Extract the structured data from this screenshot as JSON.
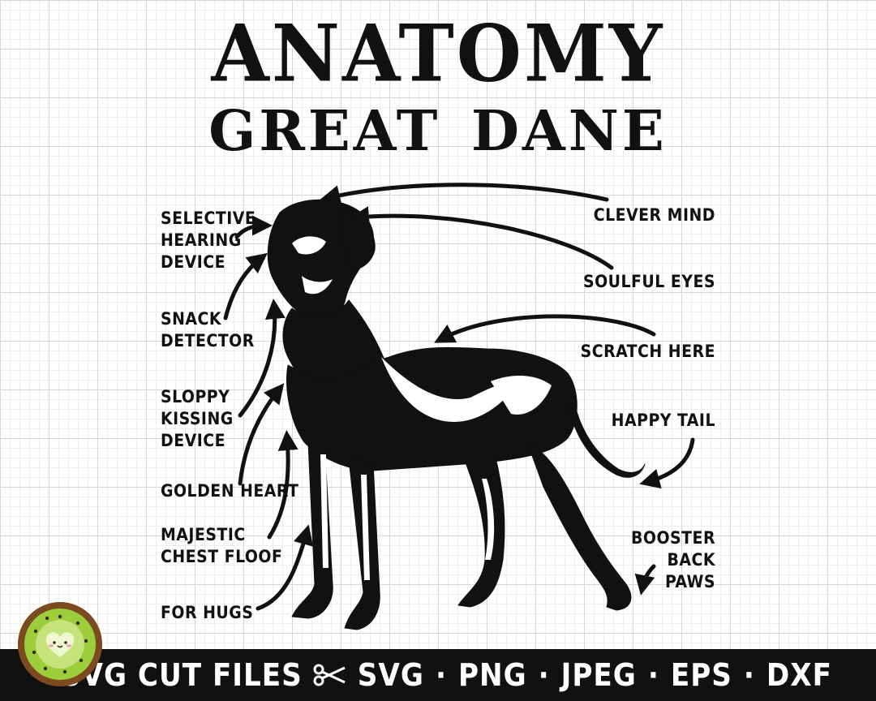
{
  "title": {
    "main": "ANATOMY",
    "sub": "GREAT DANE"
  },
  "labels": {
    "selective_hearing": "SELECTIVE\nHEARING\nDEVICE",
    "snack_detector": "SNACK\nDETECTOR",
    "sloppy_kissing": "SLOPPY\nKISSING\nDEVICE",
    "golden_heart": "GOLDEN HEART",
    "majestic_chest": "MAJESTIC\nCHEST FLOOF",
    "for_hugs": "FOR HUGS",
    "clever_mind": "CLEVER MIND",
    "soulful_eyes": "SOULFUL EYES",
    "scratch_here": "SCRATCH HERE",
    "happy_tail": "HAPPY TAIL",
    "booster_paws": "BOOSTER\nBACK\nPAWS"
  },
  "footer": {
    "svg_cut_files": "SVG CUT FILES",
    "formats": [
      "SVG",
      "PNG",
      "JPEG",
      "EPS",
      "DXF"
    ],
    "separator": "·"
  },
  "colors": {
    "ink": "#111111",
    "paper": "#ffffff",
    "grid_major": "#d7d7d7",
    "grid_minor": "#eeeeee",
    "logo_green": "#9ccd3a",
    "logo_brown": "#7b4a1e"
  },
  "icons": {
    "scissors": "scissors-icon",
    "logo": "kiwi-heart-logo-icon"
  }
}
